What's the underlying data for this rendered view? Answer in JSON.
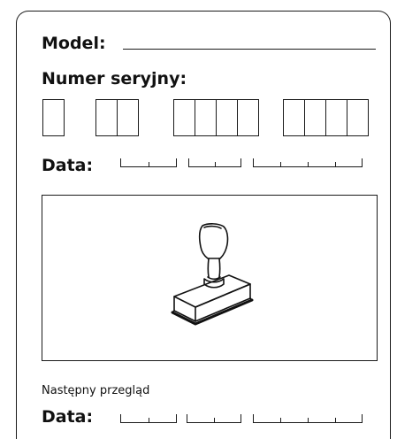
{
  "form": {
    "model_label": "Model:",
    "serial_label": "Numer seryjny:",
    "date_label": "Data:",
    "next_inspection_label": "Następny przegląd",
    "next_date_label": "Data:"
  },
  "icons": {
    "stamp": "rubber-stamp-icon"
  }
}
